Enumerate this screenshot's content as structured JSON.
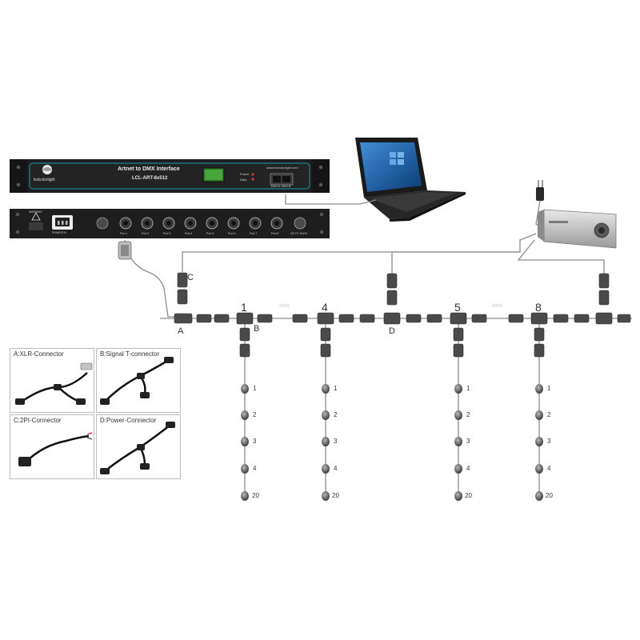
{
  "device": {
    "brand": "ledcolorlight",
    "title": "Artnet to DMX Interface",
    "model": "LCL-ART-8x512",
    "url": "www.ledcolorlight.com",
    "indicators": [
      "Power",
      "Data"
    ],
    "eth_ports": [
      "DMX-A",
      "DMX-B"
    ],
    "back_ports": [
      "Port 1",
      "Port 2",
      "Port 3",
      "Port 4",
      "Port 5",
      "Port 6",
      "Port 7",
      "Port 8"
    ],
    "power_label": "POWER IN",
    "warning_label": "WARNING",
    "cert_label": "CE FC RoHS"
  },
  "connector_labels": {
    "a": "A",
    "b": "B",
    "c": "C",
    "d": "D"
  },
  "channels": [
    "1",
    "4",
    "5",
    "8"
  ],
  "ellipsis": "○○○",
  "pixel_numbers": [
    "1",
    "2",
    "3",
    "4",
    "20"
  ],
  "legend": [
    {
      "title": "A:XLR-Connector"
    },
    {
      "title": "B:Signal T-connector"
    },
    {
      "title": "C:2PI-Connector"
    },
    {
      "title": "D:Power-Connector"
    }
  ],
  "colors": {
    "rack": "#232323",
    "cable": "#8c8c8c",
    "pixel": "#6f6f6f",
    "accent": "#1f9aa6"
  }
}
